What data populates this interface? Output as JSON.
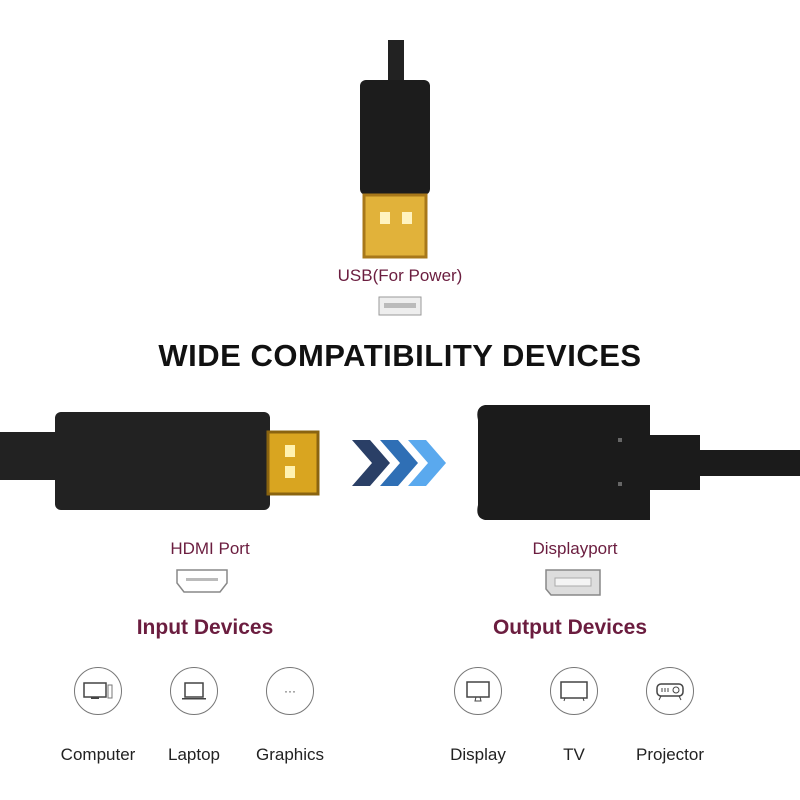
{
  "usb_label": "USB(For Power)",
  "title": "WIDE COMPATIBILITY DEVICES",
  "input": {
    "port_label": "HDMI Port",
    "heading": "Input Devices",
    "devices": [
      {
        "name": "Computer",
        "icon": "computer-icon"
      },
      {
        "name": "Laptop",
        "icon": "laptop-icon"
      },
      {
        "name": "Graphics",
        "icon": "more-icon"
      }
    ]
  },
  "output": {
    "port_label": "Displayport",
    "heading": "Output Devices",
    "devices": [
      {
        "name": "Display",
        "icon": "monitor-icon"
      },
      {
        "name": "TV",
        "icon": "tv-icon"
      },
      {
        "name": "Projector",
        "icon": "projector-icon"
      }
    ]
  },
  "colors": {
    "accent": "#6b1d3f",
    "arrow": "#3a8fd8",
    "gold": "#d9a520"
  }
}
